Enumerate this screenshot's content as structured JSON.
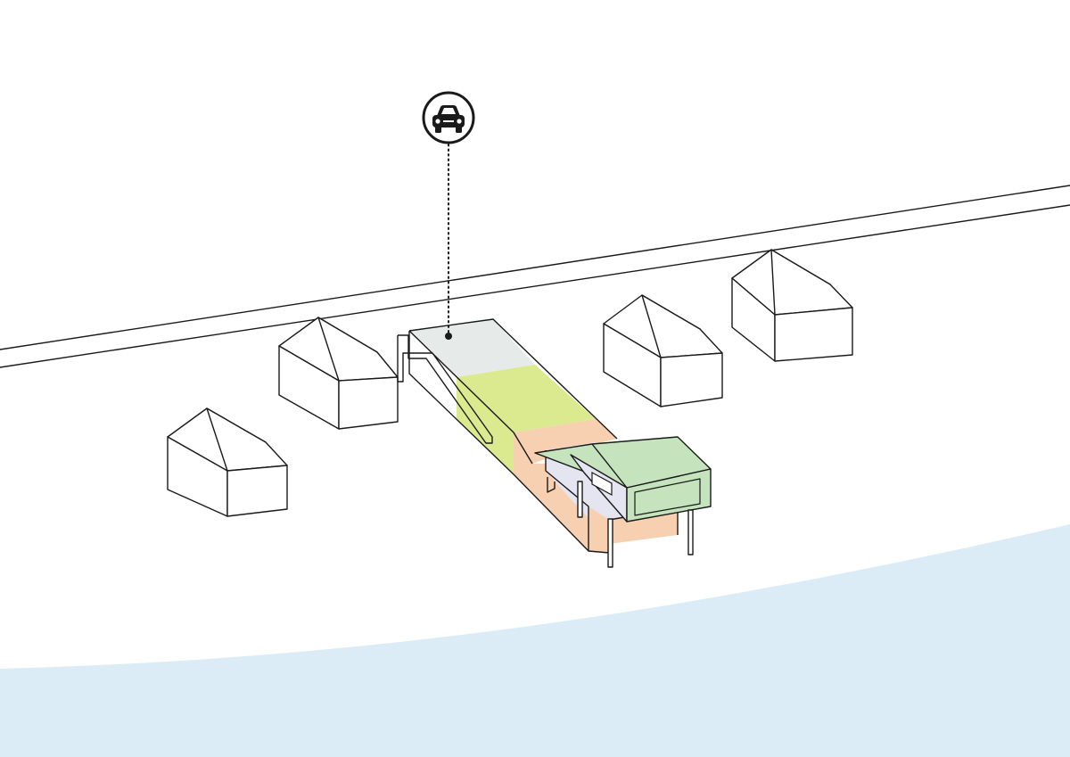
{
  "diagram": {
    "title": "",
    "labels": [],
    "colors": {
      "background": "#ffffff",
      "water": "#dcecf7",
      "line": "#1a1a1a",
      "parking_zone": "#e6ebe9",
      "garden_zone": "#dbe98f",
      "living_zone": "#f6d0b0",
      "interior_zone": "#e5e4f1",
      "upper_volume": "#c5e3bd"
    },
    "callout": {
      "icon": "car-icon",
      "meaning": "parking"
    },
    "elements": [
      {
        "name": "road",
        "kind": "street"
      },
      {
        "name": "neighbor-house",
        "count": 4
      },
      {
        "name": "main-building",
        "zones": [
          "parking",
          "garden",
          "living",
          "interior",
          "upper-volume"
        ]
      },
      {
        "name": "water-body",
        "kind": "lake shore"
      }
    ]
  }
}
